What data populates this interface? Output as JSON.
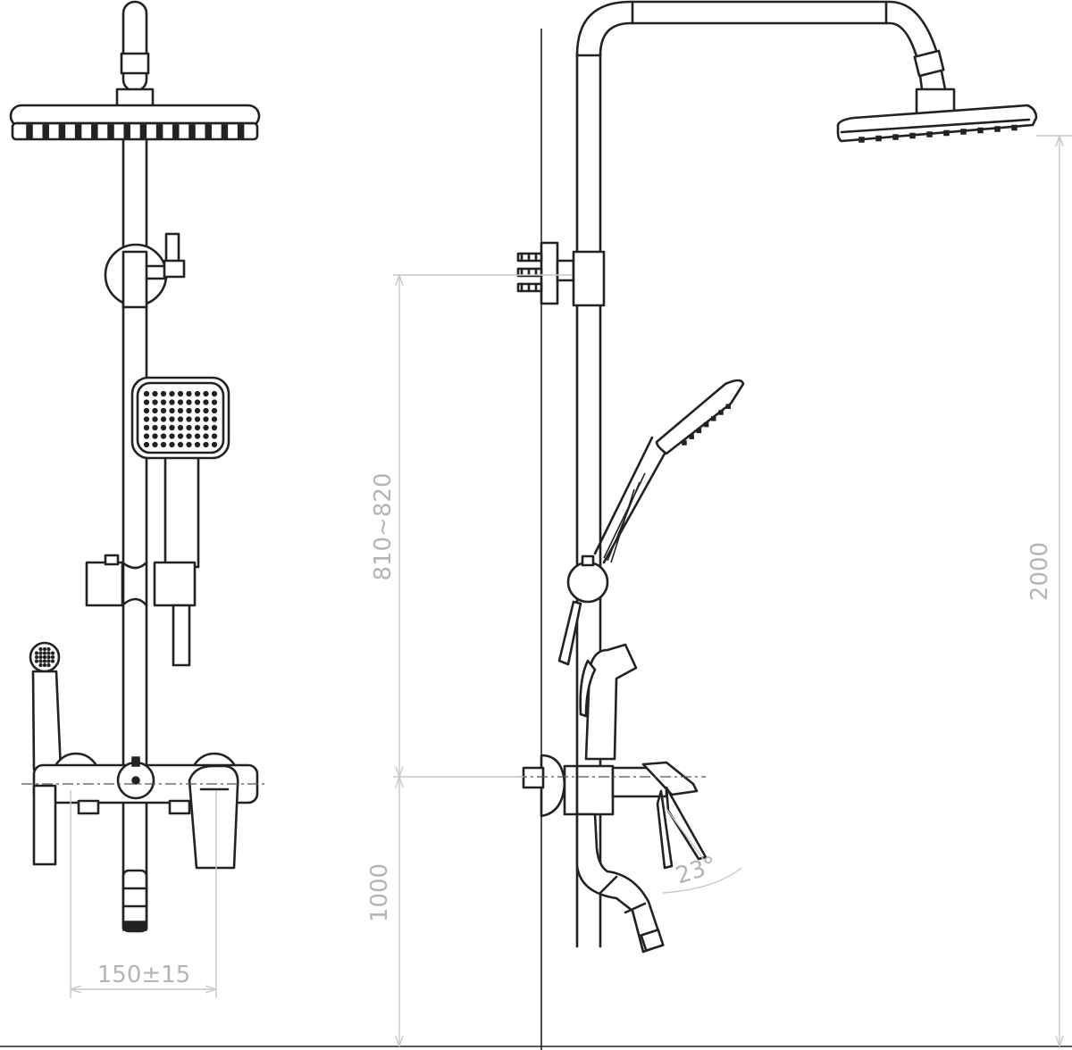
{
  "dimensions": {
    "spout_spacing": "150±15",
    "bracket_height": "810~820",
    "mixer_height": "1000",
    "total_height": "2000",
    "spout_angle": "23°"
  }
}
